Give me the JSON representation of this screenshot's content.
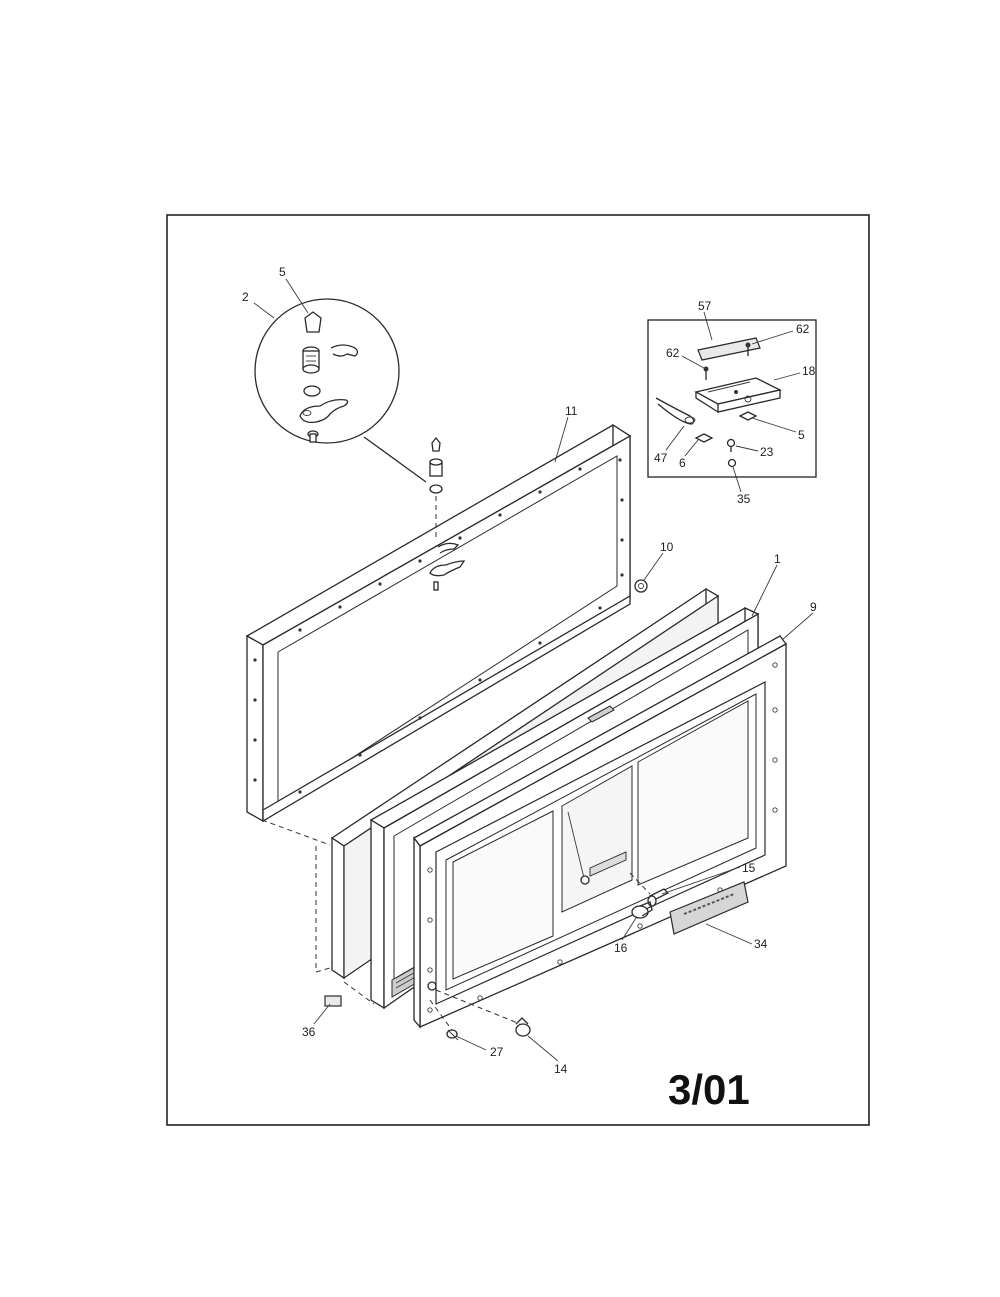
{
  "page_code": "3/01",
  "callouts": {
    "c1": "1",
    "c2": "2",
    "c5a": "5",
    "c5b": "5",
    "c6": "6",
    "c9": "9",
    "c10": "10",
    "c11": "11",
    "c14": "14",
    "c15": "15",
    "c16": "16",
    "c18": "18",
    "c23": "23",
    "c27": "27",
    "c34": "34",
    "c35": "35",
    "c36": "36",
    "c47": "47",
    "c57": "57",
    "c62a": "62",
    "c62b": "62"
  }
}
